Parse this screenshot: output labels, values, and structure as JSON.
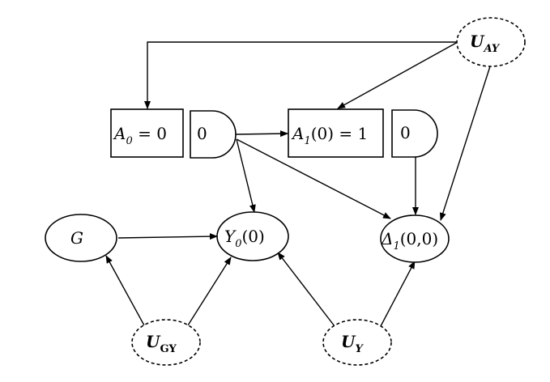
{
  "diagram": {
    "nodes": {
      "a0": {
        "sym": "A",
        "sub": "0",
        "rest": " = 0"
      },
      "half0_left": {
        "text": "0"
      },
      "a1": {
        "sym": "A",
        "sub": "1",
        "rest": "(0) = 1"
      },
      "half0_right": {
        "text": "0"
      },
      "g": {
        "text": "G"
      },
      "y0": {
        "sym": "Y",
        "sub": "0",
        "rest": "(0)"
      },
      "delta1": {
        "sym": "Δ",
        "sub": "1",
        "rest": "(0,0)"
      },
      "u_ay": {
        "sym": "U",
        "sub": "AY"
      },
      "u_gy": {
        "sym": "U",
        "sub": "GY"
      },
      "u_y": {
        "sym": "U",
        "sub": "Y"
      }
    },
    "edges": [
      {
        "from": "u_ay",
        "to": "a0"
      },
      {
        "from": "u_ay",
        "to": "a1"
      },
      {
        "from": "u_ay",
        "to": "delta1"
      },
      {
        "from": "half0_left",
        "to": "a1"
      },
      {
        "from": "half0_left",
        "to": "y0"
      },
      {
        "from": "half0_left",
        "to": "delta1"
      },
      {
        "from": "half0_right",
        "to": "delta1"
      },
      {
        "from": "g",
        "to": "y0"
      },
      {
        "from": "u_gy",
        "to": "g"
      },
      {
        "from": "u_gy",
        "to": "y0"
      },
      {
        "from": "u_y",
        "to": "y0"
      },
      {
        "from": "u_y",
        "to": "delta1"
      }
    ]
  }
}
